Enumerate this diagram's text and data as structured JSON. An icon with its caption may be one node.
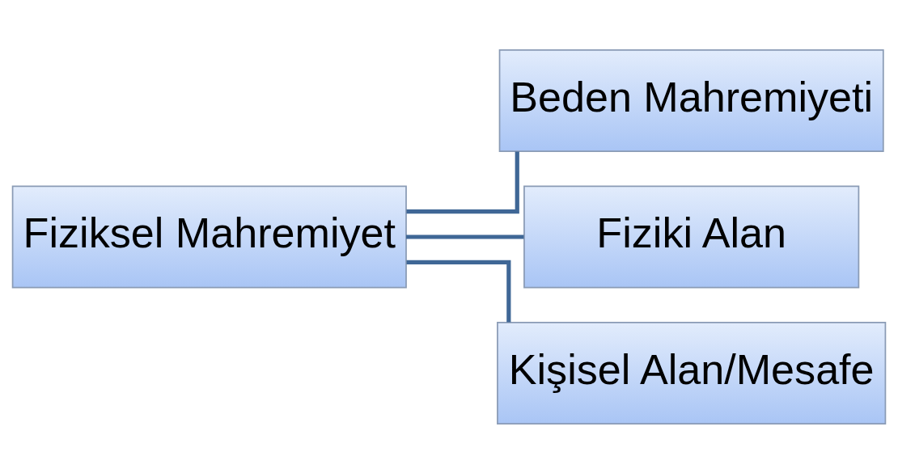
{
  "diagram": {
    "nodes": [
      {
        "text": [
          "Fiziksel Mahremiyet"
        ]
      },
      {
        "text": [
          "Beden Mahremiyeti"
        ]
      },
      {
        "text": [
          "Fiziki Alan"
        ]
      },
      {
        "text": [
          "Kişisel Alan/Mesafe"
        ]
      }
    ],
    "edges": [
      {
        "from": 0,
        "to": 1,
        "arrow": "none"
      },
      {
        "from": 0,
        "to": 2,
        "arrow": "none"
      },
      {
        "from": 0,
        "to": 3,
        "arrow": "none"
      }
    ]
  }
}
